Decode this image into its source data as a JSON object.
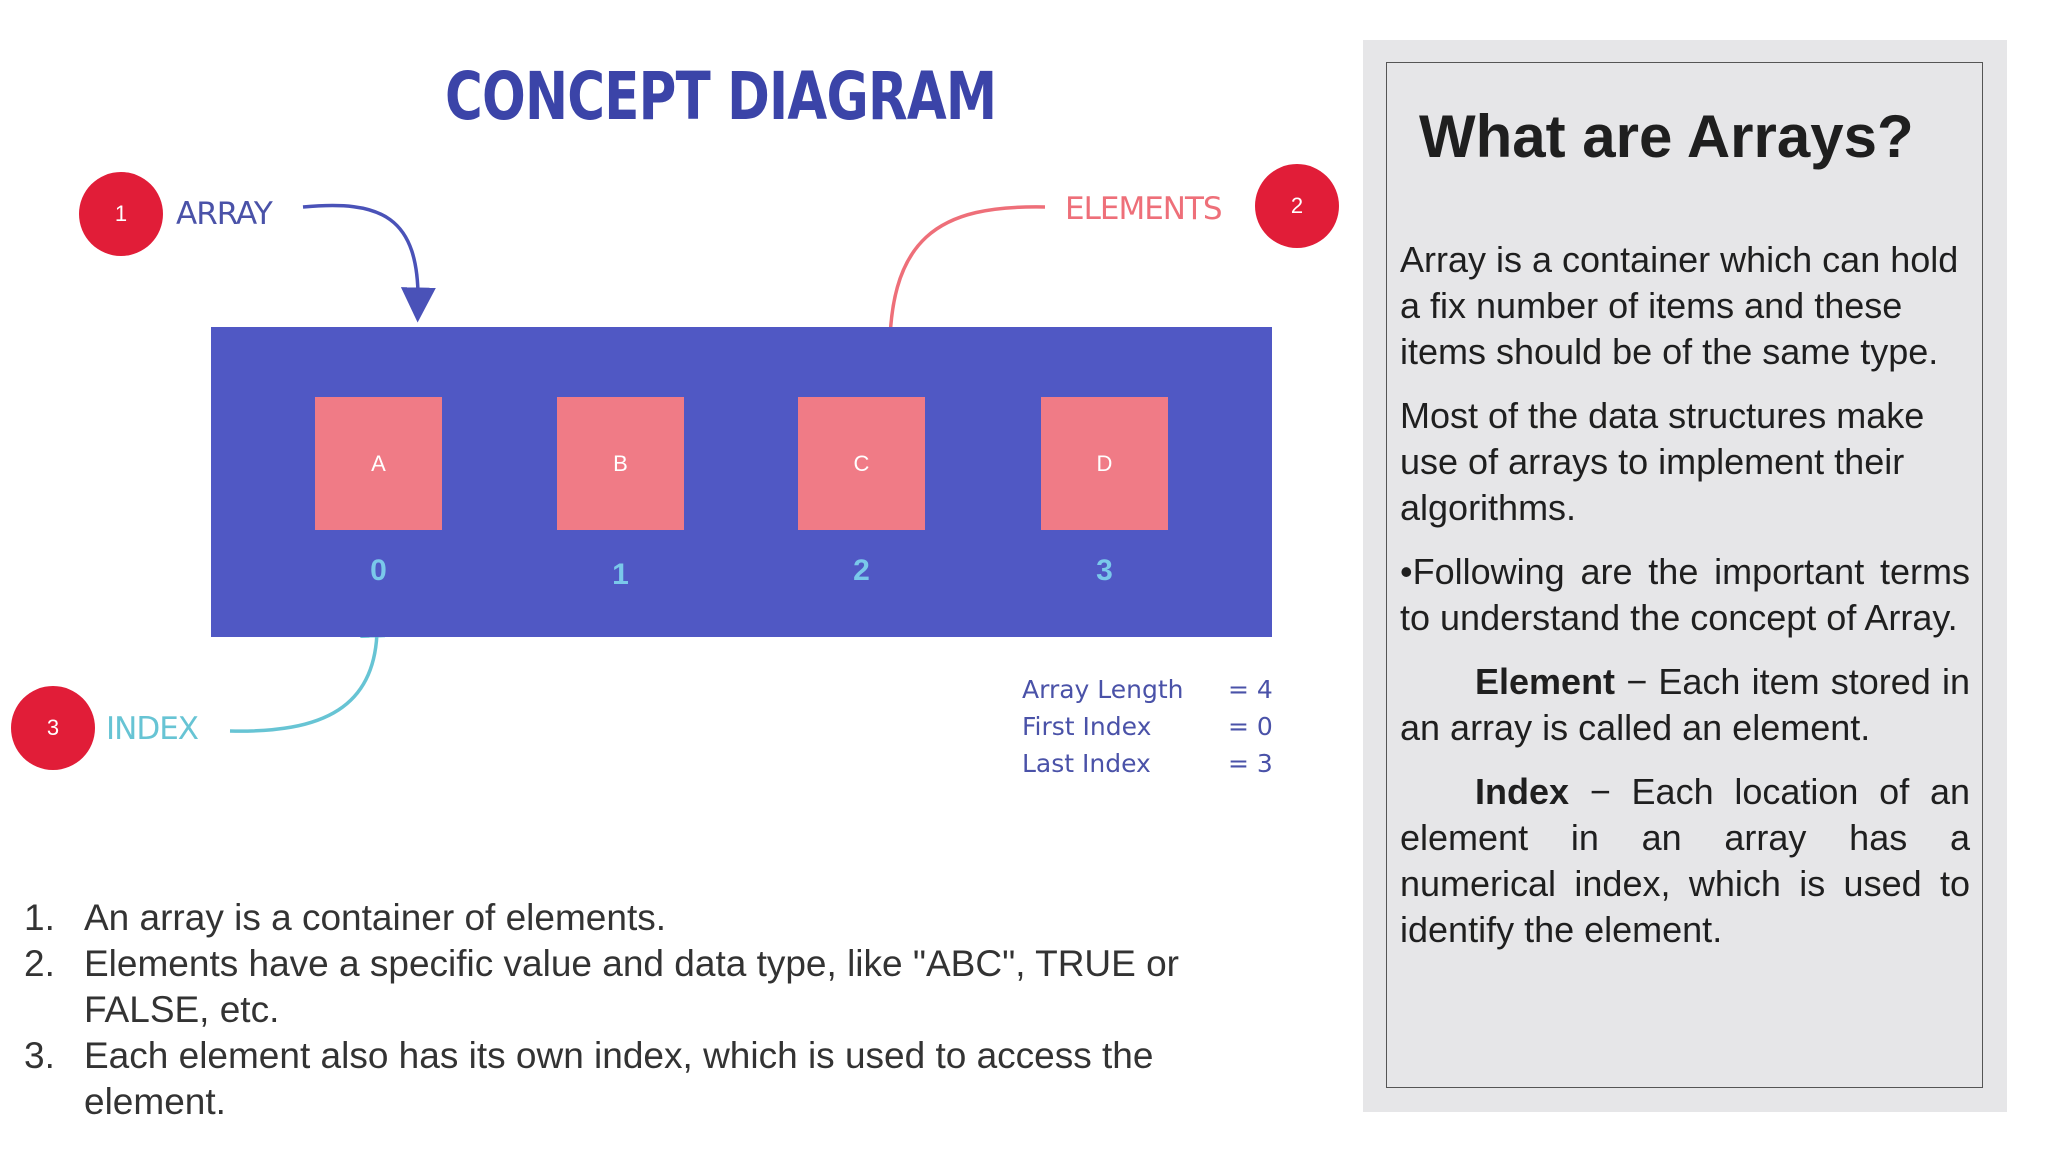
{
  "diagram": {
    "title": "CONCEPT DIAGRAM",
    "callouts": {
      "array": {
        "number": "1",
        "label": "ARRAY"
      },
      "elements": {
        "number": "2",
        "label": "ELEMENTS"
      },
      "index": {
        "number": "3",
        "label": "INDEX"
      }
    },
    "cells": [
      {
        "value": "A",
        "index": "0"
      },
      {
        "value": "B",
        "index": "1"
      },
      {
        "value": "C",
        "index": "2"
      },
      {
        "value": "D",
        "index": "3"
      }
    ],
    "meta": [
      {
        "label": "Array Length",
        "value": "= 4"
      },
      {
        "label": "First Index",
        "value": "= 0"
      },
      {
        "label": "Last Index",
        "value": "= 3"
      }
    ],
    "colors": {
      "array_fill": "#5058c4",
      "cell_fill": "#f07b86",
      "badge": "#e11d38",
      "array_label": "#4a52a8",
      "elements_label": "#ee6f79",
      "index_label": "#67c4d4"
    }
  },
  "list": [
    {
      "num": "1.",
      "text": "An array is a container of elements."
    },
    {
      "num": "2.",
      "text": "Elements have a specific value and data type, like \"ABC\", TRUE or FALSE, etc."
    },
    {
      "num": "3.",
      "text": "Each element also has its own index, which is used to access the element."
    }
  ],
  "panel": {
    "title": "What are Arrays?",
    "p1": "Array is a container which can hold a fix number of items and these items should be of the same type.",
    "p2": "Most of the data structures make use of arrays to implement their algorithms.",
    "p3_bullet": "•",
    "p3": "Following are the important terms to understand the concept of Array.",
    "element_term": "Element",
    "element_def": " − Each item stored in an array is called an element.",
    "index_term": "Index",
    "index_def": " − Each location of an element in an array has a numerical index, which is used to identify the element."
  }
}
